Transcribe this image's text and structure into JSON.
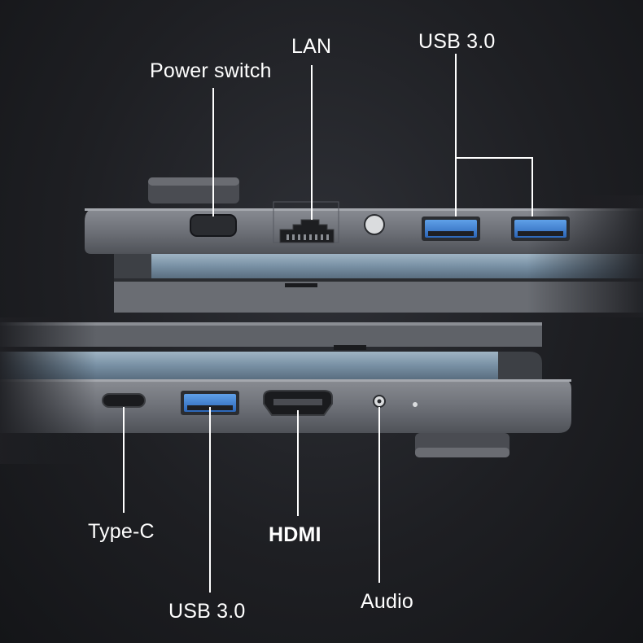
{
  "labels": {
    "power_switch": "Power switch",
    "lan": "LAN",
    "usb_top": "USB 3.0",
    "type_c": "Type-C",
    "hdmi": "HDMI",
    "audio": "Audio",
    "usb_bottom": "USB 3.0"
  },
  "colors": {
    "background": "#1e1f23",
    "chassis": "#6b6e75",
    "screen_blue": "#7a94a8",
    "usb_blue": "#3f7fd0",
    "label_text": "#ffffff",
    "leader_line": "#ffffff"
  }
}
